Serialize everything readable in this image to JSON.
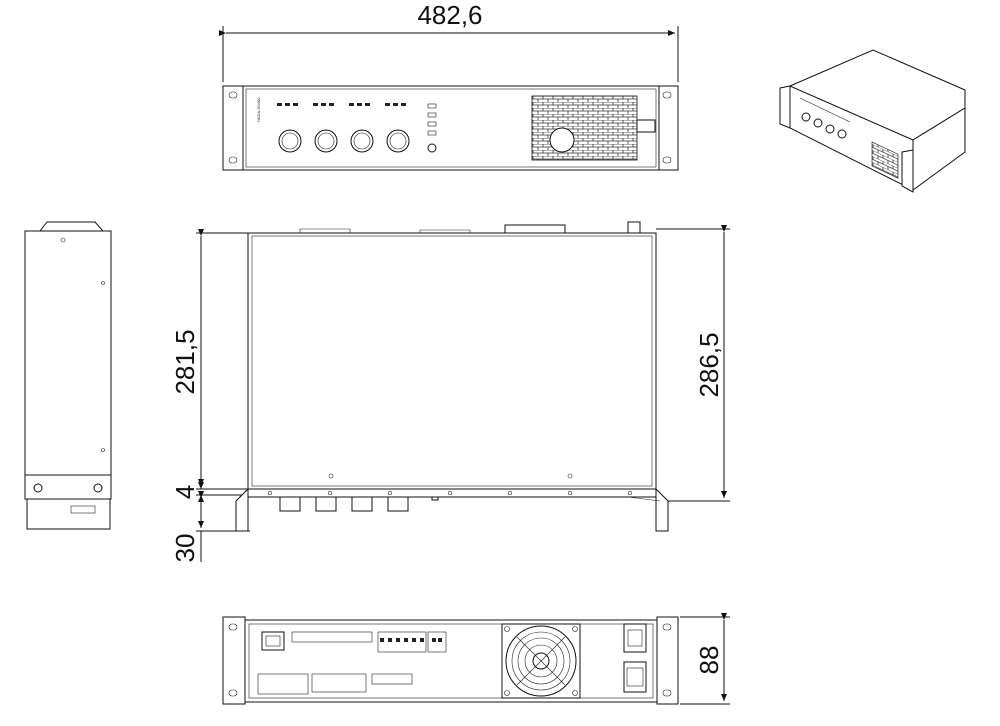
{
  "dimensions": {
    "width": "482,6",
    "depth_body": "281,5",
    "depth_total": "286,5",
    "front_offset": "4",
    "handle_depth": "30",
    "height": "88"
  },
  "front_panel": {
    "model": "HADA-SS400",
    "knob_count": 4
  },
  "colors": {
    "line": "#111111",
    "background": "#ffffff",
    "grille": "#333333"
  }
}
